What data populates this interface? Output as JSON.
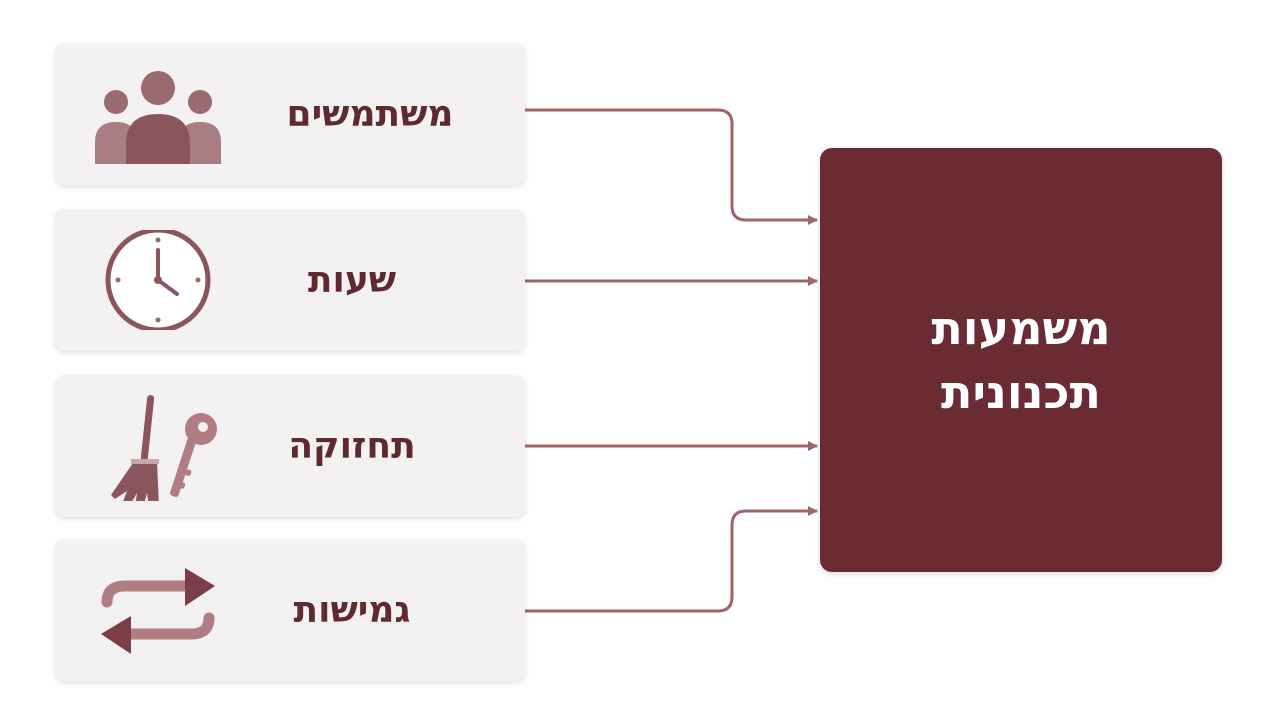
{
  "sources": [
    {
      "label": "משתמשים",
      "icon": "users-icon"
    },
    {
      "label": "שעות",
      "icon": "clock-icon"
    },
    {
      "label": "תחזוקה",
      "icon": "broom-key-icon"
    },
    {
      "label": "גמישות",
      "icon": "swap-arrows-icon"
    }
  ],
  "target": {
    "line1": "משמעות",
    "line2": "תכנונית"
  },
  "colors": {
    "card_bg": "#f4f1f2",
    "icon": "#9b6a6f",
    "text": "#5e2a2f",
    "target_bg": "#6b2b32",
    "connector": "#a0646b"
  }
}
